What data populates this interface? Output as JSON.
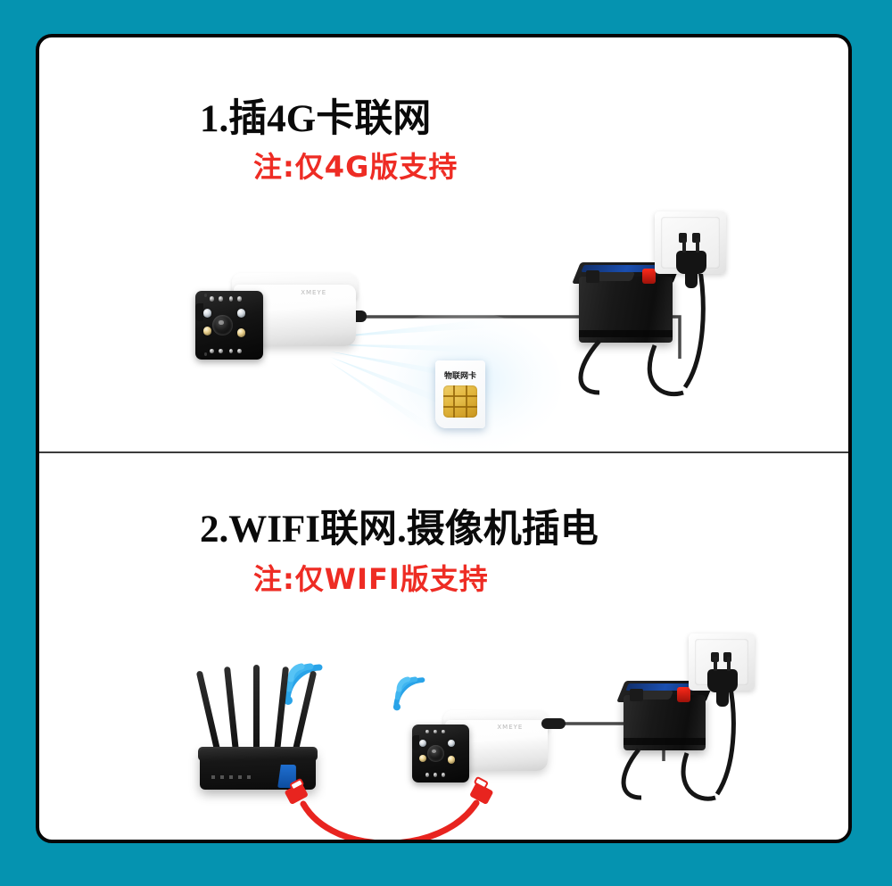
{
  "page": {
    "background_color": "#0593b0",
    "panel_background": "#ffffff",
    "panel_border_color": "#060606",
    "divider_color": "#3c3c3c"
  },
  "colors": {
    "accent_red": "#ee2c24",
    "wifi_blue": "#29a3e8",
    "beam_cyan": "#7fd4f2",
    "battery_stripe_blue": "#1b4fb0",
    "battery_cap_red": "#ff2a1a",
    "sim_chip_gold": "#e2b63d",
    "ethernet_red": "#e8241f"
  },
  "sections": [
    {
      "id": "section-4g",
      "title": "1.插4G卡联网",
      "subtitle": "注:仅4G版支持",
      "devices": {
        "camera": {
          "name": "4G security camera",
          "logo_text": "XMEYE"
        },
        "sim_card": {
          "label": "物联网卡"
        },
        "battery": {
          "name": "power battery box"
        },
        "socket": {
          "name": "wall power socket"
        }
      }
    },
    {
      "id": "section-wifi",
      "title": "2.WIFI联网.摄像机插电",
      "subtitle": "注:仅WIFI版支持",
      "devices": {
        "router": {
          "name": "wifi router",
          "antennas": 5
        },
        "camera": {
          "name": "wifi security camera",
          "logo_text": "XMEYE"
        },
        "battery": {
          "name": "power battery box"
        },
        "socket": {
          "name": "wall power socket"
        },
        "ethernet_cable": {
          "name": "red rj45 network cable"
        }
      }
    }
  ],
  "icons": {
    "wifi_router": "wifi-signal-icon",
    "wifi_camera": "wifi-signal-icon",
    "rj45_left": "rj45-connector-icon",
    "rj45_right": "rj45-connector-icon"
  }
}
